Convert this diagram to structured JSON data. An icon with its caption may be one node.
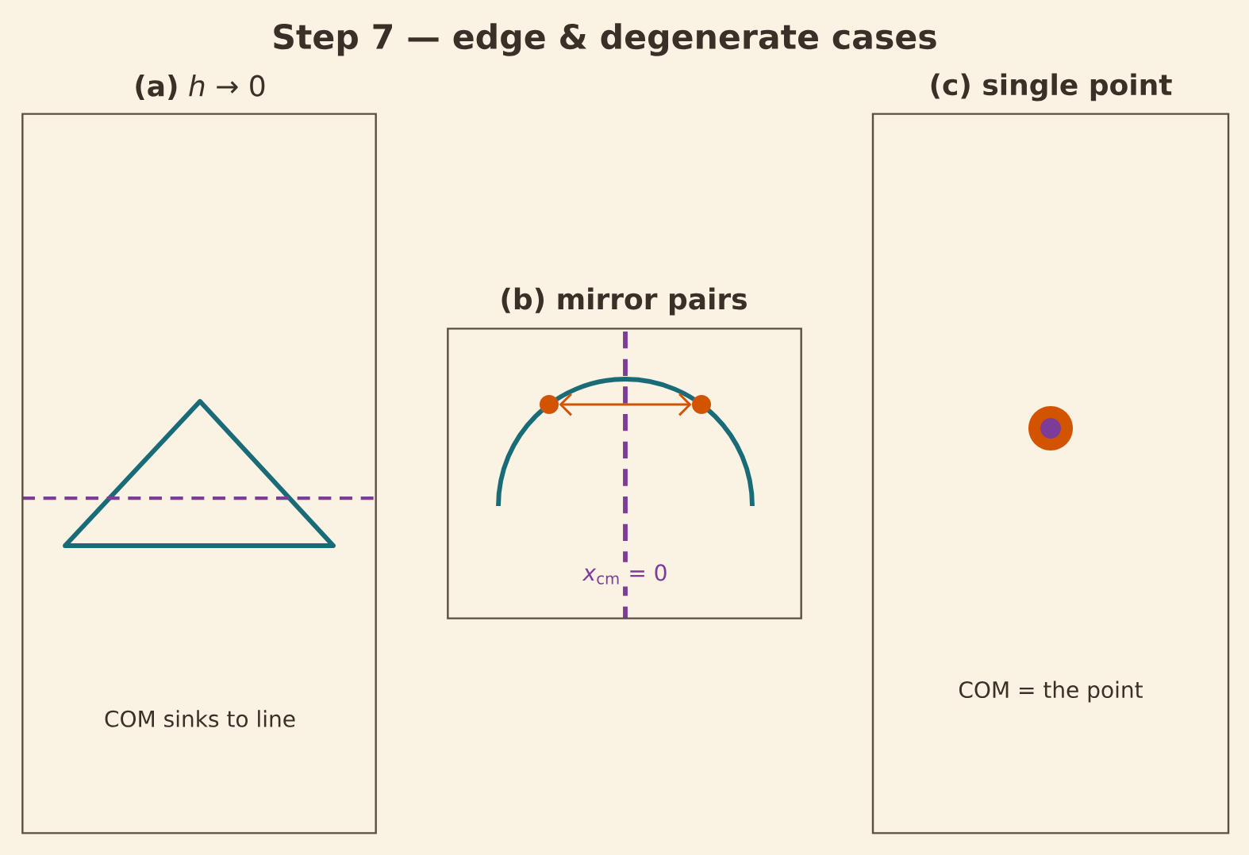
{
  "diagram": {
    "title": "Step 7 — edge & degenerate cases",
    "nodes": [
      {
        "text": [
          "**(a)** *h* → 0",
          "COM sinks to line"
        ]
      },
      {
        "text": [
          "(b) mirror pairs",
          "*x*$_{cm}$ = 0"
        ]
      },
      {
        "text": [],
        "shape": "circle",
        "in": 1
      },
      {
        "text": [],
        "shape": "circle",
        "in": 1
      },
      {
        "text": [
          "(c) single point",
          "COM = the point"
        ]
      },
      {
        "text": [],
        "shape": "circle",
        "in": 4
      }
    ],
    "edges": [
      {
        "from": 2,
        "to": 3,
        "arrow": "both",
        "color": "#d35400"
      }
    ]
  }
}
